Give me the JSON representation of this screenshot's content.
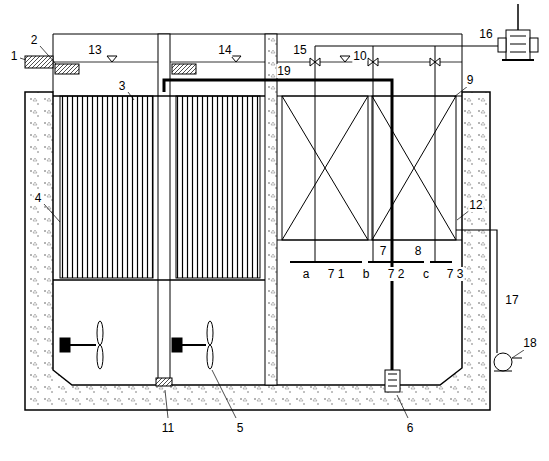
{
  "diagram": {
    "labels": [
      "1",
      "2",
      "13",
      "14",
      "19",
      "15",
      "10",
      "16",
      "9",
      "3",
      "4",
      "12",
      "7",
      "8",
      "a",
      "b",
      "c",
      "7 1",
      "7 2",
      "7 3",
      "17",
      "18",
      "11",
      "5",
      "6"
    ]
  }
}
